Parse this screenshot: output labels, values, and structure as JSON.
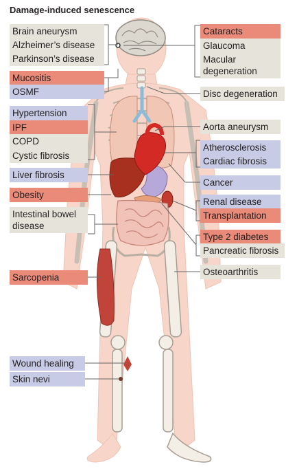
{
  "title": "Damage-induced senescence",
  "colors": {
    "grey_box": "#e6e3da",
    "red_box": "#ea8a78",
    "blue_box": "#c7cbe5",
    "body": "#f7d5c8",
    "bone": "#f4efe6",
    "muscle": "#c1443a",
    "heart": "#d42a25",
    "liver": "#a8301f",
    "brain": "#dcd7cf"
  },
  "labels": {
    "brain_aneurysm": "Brain aneurysm",
    "alzheimers": "Alzheimer’s disease",
    "parkinsons": "Parkinson’s disease",
    "mucositis": "Mucositis",
    "osmf": "OSMF",
    "hypertension": "Hypertension",
    "ipf": "IPF",
    "copd": "COPD",
    "cystic_fibrosis": "Cystic fibrosis",
    "liver_fibrosis": "Liver fibrosis",
    "obesity": "Obesity",
    "intestinal_bowel": "Intestinal bowel disease",
    "sarcopenia": "Sarcopenia",
    "wound_healing": "Wound healing",
    "skin_nevi": "Skin nevi",
    "cataracts": "Cataracts",
    "glaucoma": "Glaucoma",
    "macular": "Macular degeneration",
    "disc_degeneration": "Disc degeneration",
    "aorta_aneurysm": "Aorta aneurysm",
    "atherosclerosis": "Atherosclerosis",
    "cardiac_fibrosis": "Cardiac fibrosis",
    "cancer": "Cancer",
    "renal_disease": "Renal disease",
    "transplantation": "Transplantation",
    "type2_diabetes": "Type 2 diabetes",
    "pancreatic_fibrosis": "Pancreatic fibrosis",
    "osteoarthritis": "Osteoarthritis"
  }
}
